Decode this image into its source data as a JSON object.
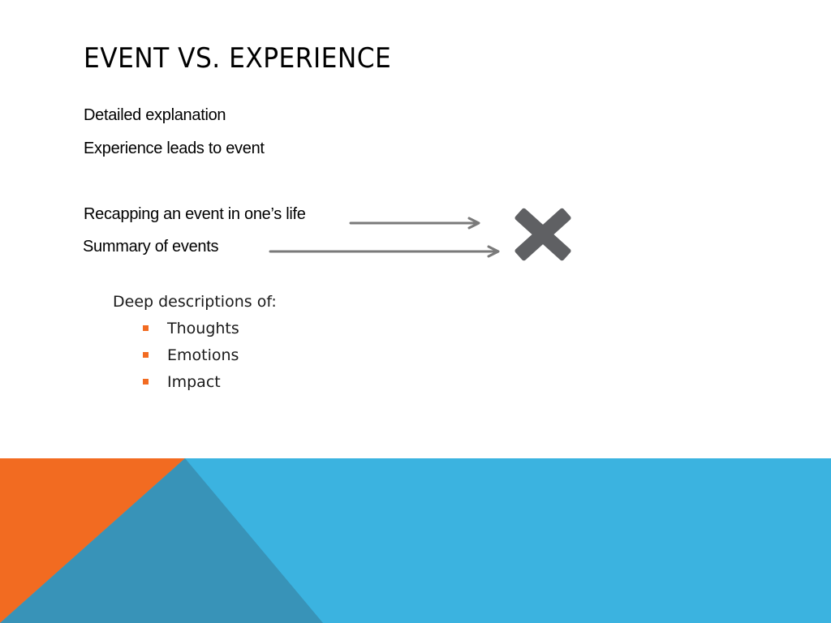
{
  "slide": {
    "title": "Event vs. Experience",
    "lines": [
      "Detailed explanation",
      "Experience leads to event",
      "Recapping an event in one’s life",
      "Summary of events"
    ],
    "sub_heading": "Deep descriptions of:",
    "bullets": [
      "Thoughts",
      "Emotions",
      "Impact"
    ]
  },
  "colors": {
    "bullet": "#f26b21",
    "arrow": "#7a7a7a",
    "xmark": "#6d6e71",
    "footer_blue": "#3bb3e0",
    "footer_orange": "#f26b21",
    "footer_teal": "#3893b8"
  },
  "icons": {
    "arrow_1": "right-arrow-icon",
    "arrow_2": "right-arrow-icon",
    "xmark": "x-mark-icon"
  }
}
